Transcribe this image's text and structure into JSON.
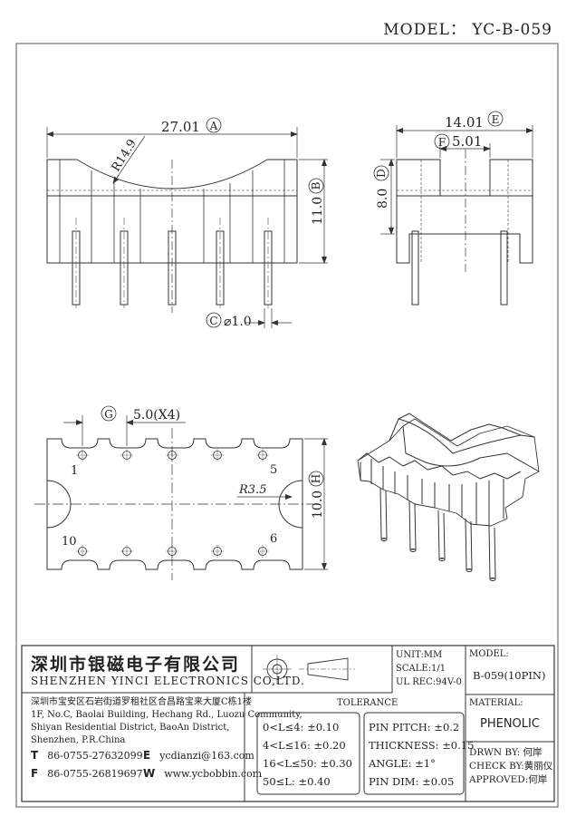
{
  "model_header": "MODEL： YC-B-059",
  "drawing": {
    "front_view": {
      "width_dim": "27.01",
      "width_tag": "A",
      "radius_label": "R14.9",
      "height_dim": "11.0",
      "height_tag": "B",
      "pin_tag": "C",
      "pin_dim": "⌀1.0"
    },
    "side_view": {
      "width_dim": "14.01",
      "width_tag": "E",
      "slot_dim": "5.01",
      "slot_tag": "F",
      "height_dim": "8.0",
      "height_tag": "D"
    },
    "bottom_view": {
      "pitch_tag": "G",
      "pitch_dim": "5.0(X4)",
      "height_tag": "H",
      "height_dim": "10.0",
      "radius_label": "R3.5",
      "pin_labels": [
        "1",
        "5",
        "10",
        "6"
      ]
    }
  },
  "title_block": {
    "company_cn": "深圳市银磁电子有限公司",
    "company_en": "SHENZHEN YINCI ELECTRONICS CO,LTD.",
    "address_lines": [
      "深圳市宝安区石岩街道罗租社区合昌路宝来大厦C栋1楼",
      "1F, No.C, Baolai Building, Hechang Rd., Luozu Community,",
      "Shiyan Residential District, BaoAn District,",
      "Shenzhen, P.R.China"
    ],
    "tel_label": "T",
    "tel": "86-0755-27632099",
    "fax_label": "F",
    "fax": "86-0755-26819697",
    "email_label": "E",
    "email": "ycdianzi@163.com",
    "web_label": "W",
    "web": "www.ycbobbin.com",
    "unit": "UNIT:MM",
    "scale": "SCALE:1/1",
    "ul_rec": "UL REC:94V-0",
    "model_label": "MODEL:",
    "model_value": "B-059(10PIN)",
    "material_label": "MATERIAL:",
    "material_value": "PHENOLIC",
    "tolerance_title": "TOLERANCE",
    "tolerance_left": [
      "0<L≤4: ±0.10",
      "4<L≤16: ±0.20",
      "16<L≤50: ±0.30",
      "50≤L: ±0.40"
    ],
    "tolerance_right": [
      "PIN PITCH: ±0.2",
      "THICKNESS: ±0.15",
      "ANGLE: ±1°",
      "PIN DIM: ±0.05"
    ],
    "drawn_by": "DRWN BY: 何岸",
    "check_by": "CHECK BY:黄丽仪",
    "approved": "APPROVED:何岸"
  }
}
